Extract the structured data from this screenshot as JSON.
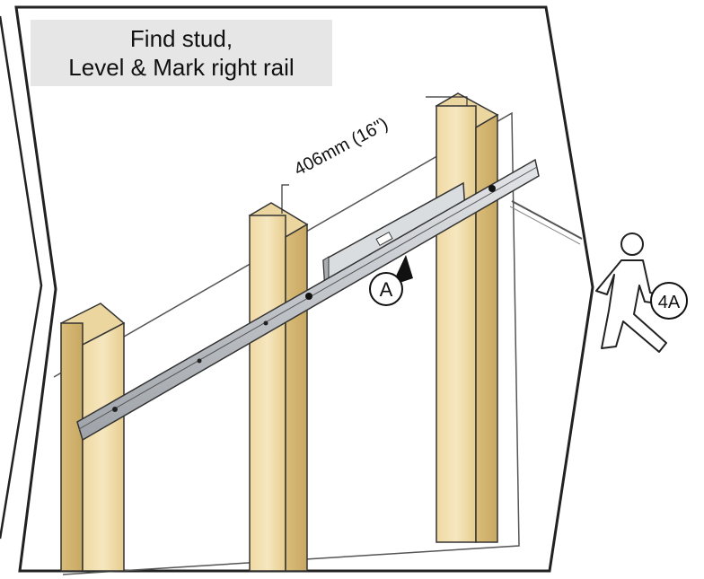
{
  "instruction": {
    "line1": "Find stud,",
    "line2": "Level & Mark right rail"
  },
  "dimension_label": "406mm (16\")",
  "callouts": {
    "a": "A",
    "step": "4A"
  },
  "colors": {
    "wood_light": "#f3e2b3",
    "wood_mid": "#e8d196",
    "wood_dark": "#cdb06a",
    "rail": "#c9ccd0",
    "rail_dark": "#7d8288",
    "outline": "#222222",
    "label_bg": "#e6e6e6"
  }
}
